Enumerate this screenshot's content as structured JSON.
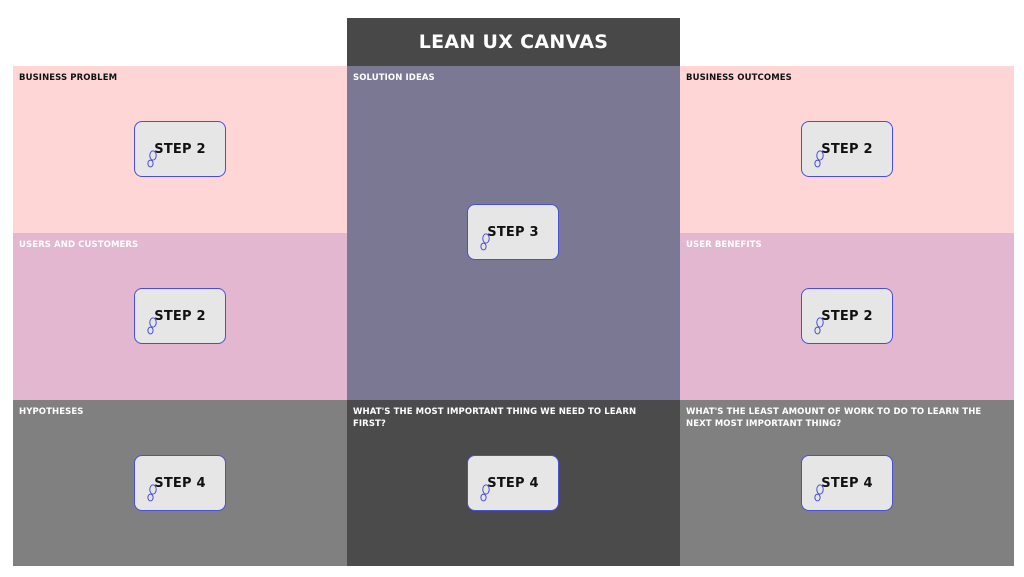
{
  "title": "LEAN UX CANVAS",
  "cells": {
    "business_problem": "BUSINESS PROBLEM",
    "solution_ideas": "SOLUTION IDEAS",
    "business_outcomes": "BUSINESS OUTCOMES",
    "users_and_customers": "USERS AND CUSTOMERS",
    "user_benefits": "USER BENEFITS",
    "hypotheses": "HYPOTHESES",
    "learn_first": "WHAT'S THE MOST IMPORTANT THING WE NEED TO LEARN FIRST?",
    "least_work": "WHAT'S THE LEAST AMOUNT OF WORK TO DO TO LEARN THE NEXT MOST IMPORTANT THING?"
  },
  "stickies": {
    "business_problem": "STEP 2",
    "business_outcomes": "STEP 2",
    "users_and_customers": "STEP 2",
    "user_benefits": "STEP 2",
    "solution_ideas": "STEP 3",
    "hypotheses": "STEP 4",
    "learn_first": "STEP 4",
    "least_work": "STEP 4"
  },
  "icons": {
    "sticky_icon": "footprint-icon"
  },
  "colors": {
    "title_bar": "#484848",
    "business_row": "#fed6d6",
    "users_row": "#e3b7d0",
    "solution_ideas": "#7b7894",
    "hypotheses_row": "#808080",
    "learn_first": "#4b4b4b",
    "sticky_fill": "#e6e6e6",
    "sticky_border": "#4a4fd6"
  }
}
